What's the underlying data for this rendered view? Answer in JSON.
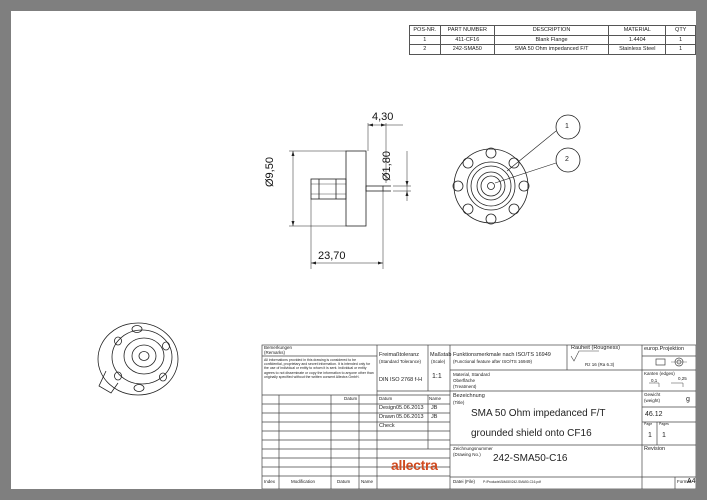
{
  "bom": {
    "headers": [
      "POS-NR.",
      "PART NUMBER",
      "DESCRIPTION",
      "MATERIAL",
      "QTY"
    ],
    "rows": [
      [
        "1",
        "411-CF16",
        "Blank Flange",
        "1.4404",
        "1"
      ],
      [
        "2",
        "242-SMA50",
        "SMA 50 Ohm impedanced F/T",
        "Stainless Steel",
        "1"
      ]
    ]
  },
  "dimensions": {
    "width_top": "4,30",
    "diameter_big": "Ø9,50",
    "diameter_small": "Ø1,80",
    "length": "23,70"
  },
  "balloons": [
    "1",
    "2"
  ],
  "title_block": {
    "remarks_label": "Bemerkungen",
    "remarks_label_en": "(Remarks)",
    "confidential_text": "All informations provided in this drawing is considered to be confidential, proprietary and secret information. It is intended only for the use of individual or entity to whom it is sent. Individual or entity agrees to not disseminate or copy the information to anyone other than originally specified without the written consent Allectra GmbH.",
    "tolerance_label": "Freimaßtoleranz",
    "tolerance_label_en": "(Standard Tolerance)",
    "tolerance_value": "DIN ISO 2768 f-H",
    "scale_label": "Maßstab",
    "scale_label_en": "(Scale)",
    "scale_value": "1:1",
    "function_label": "Funktionsmerkmale nach ISO/TS 16949",
    "function_label_en": "(Functional feature after ISO/TS 16949)",
    "roughness_label": "Rauheit (Rougness)",
    "roughness_value": "Rz 16 (Ra 6.3)",
    "projection_label": "europ.Projektion",
    "material_label": "Material, Standard",
    "surface_label": "Oberfläche",
    "treatment_label": "(Treatment)",
    "edges_label": "Kanten (edges)",
    "edges_value_1": "0,1",
    "edges_value_2": "0,25",
    "date_col": "Datum",
    "name_col": "Name",
    "design_label": "Design",
    "design_date": "05.06.2013",
    "design_name": "JB",
    "drawn_label": "Drawn",
    "drawn_date": "05.06.2013",
    "drawn_name": "JB",
    "check_label": "Check",
    "title_label": "Bezeichnung",
    "title_label_en": "(Title)",
    "title_line1": "SMA 50 Ohm impedanced F/T",
    "title_line2": "grounded shield onto CF16",
    "weight_label": "Gewicht",
    "weight_label_en": "(weight)",
    "weight_unit": "g",
    "weight_value": "46.12",
    "page_label": "Page",
    "pages_label": "Pages",
    "page_value": "1",
    "pages_value": "1",
    "logo_text": "allectra",
    "drawing_no_label": "Zeichnungsnummer",
    "drawing_no_label_en": "(Drawing No.)",
    "drawing_no": "242-SMA50-C16",
    "revision_label": "Revision",
    "index_col": "Index",
    "modification_col": "Modification",
    "datum_col": "Datum",
    "name_col2": "Name",
    "file_label": "Datei (File)",
    "file_path": "P:\\Products\\SMA50\\242-SMA50-C16.pdf",
    "format_label": "Format",
    "format_value": "A4"
  }
}
